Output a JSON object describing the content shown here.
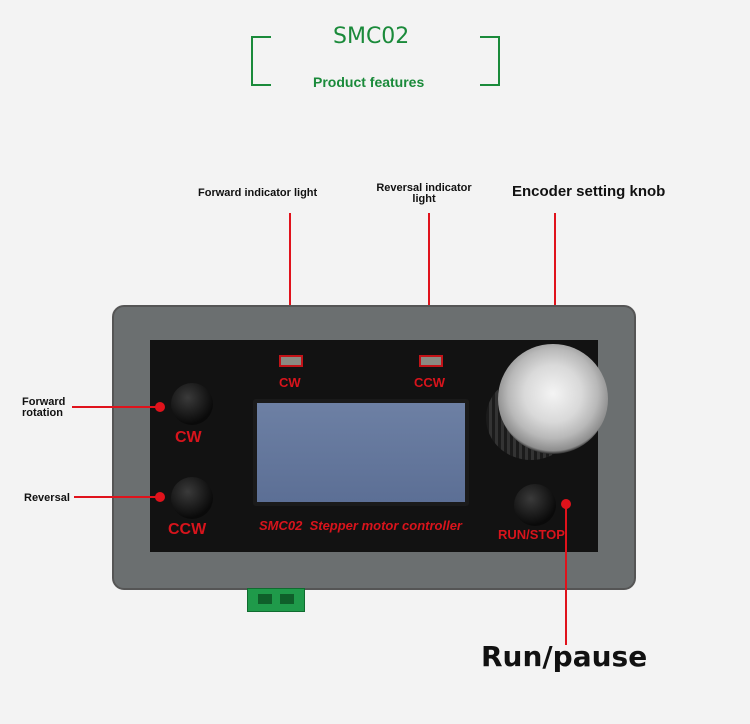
{
  "header": {
    "title": "SMC02",
    "subtitle": "Product features"
  },
  "callouts": {
    "forward_indicator": "Forward indicator light",
    "reversal_indicator_line1": "Reversal indicator",
    "reversal_indicator_line2": "light",
    "encoder_knob": "Encoder setting knob",
    "forward_rotation_line1": "Forward",
    "forward_rotation_line2": "rotation",
    "reversal": "Reversal",
    "run_pause": "Run/pause"
  },
  "device": {
    "led_cw_label": "CW",
    "led_ccw_label": "CCW",
    "btn_cw_label": "CW",
    "btn_ccw_label": "CCW",
    "btn_run_label": "RUN/STOP",
    "panel_caption": "SMC02  Stepper motor controller"
  },
  "colors": {
    "accent_green": "#1a8a3a",
    "callout_red": "#e0121b",
    "panel_red_text": "#d8141c"
  }
}
